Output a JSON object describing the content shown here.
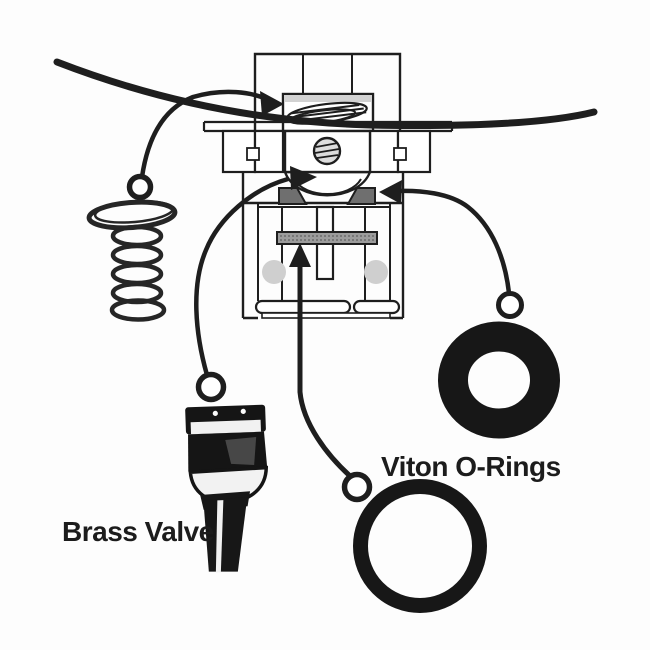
{
  "diagram": {
    "labels": {
      "brass_valve": "Brass Valve",
      "viton_orings": "Viton O-Rings"
    },
    "parts": [
      {
        "id": "compression-spring"
      },
      {
        "id": "valve-body-cross-section"
      },
      {
        "id": "brass-valve"
      },
      {
        "id": "viton-o-ring-thick"
      },
      {
        "id": "viton-o-ring-thin"
      }
    ],
    "colors": {
      "ink": "#1e1e1e",
      "paper": "#fdfdfd",
      "rubber_black": "#171717",
      "seat_gray": "#6f6f6f",
      "bar_gray": "#9c9c9c",
      "light_gray": "#cfcfcf"
    }
  }
}
